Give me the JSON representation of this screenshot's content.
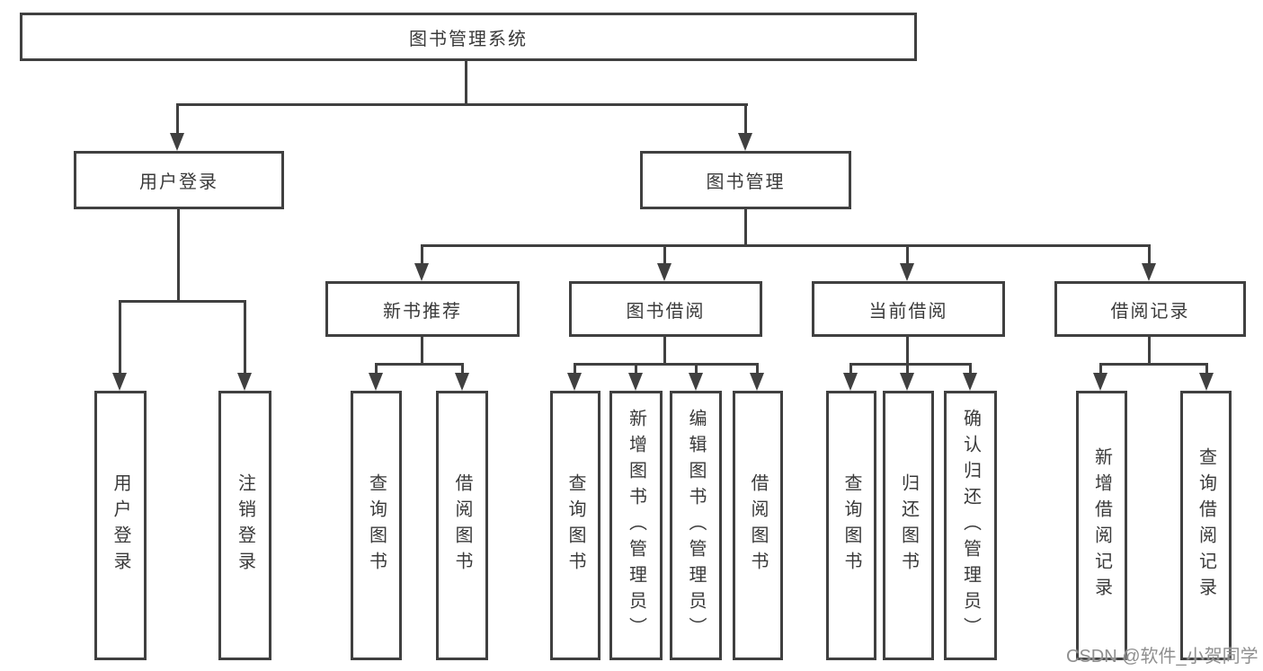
{
  "diagram": {
    "root": {
      "label": "图书管理系统"
    },
    "level2": [
      {
        "label": "用户登录"
      },
      {
        "label": "图书管理"
      }
    ],
    "level3": [
      {
        "label": "新书推荐"
      },
      {
        "label": "图书借阅"
      },
      {
        "label": "当前借阅"
      },
      {
        "label": "借阅记录"
      }
    ],
    "leaves": [
      {
        "label": "用户登录"
      },
      {
        "label": "注销登录"
      },
      {
        "label": "查询图书"
      },
      {
        "label": "借阅图书"
      },
      {
        "label": "查询图书"
      },
      {
        "label": "新增图书（管理员）"
      },
      {
        "label": "编辑图书（管理员）"
      },
      {
        "label": "借阅图书"
      },
      {
        "label": "查询图书"
      },
      {
        "label": "归还图书"
      },
      {
        "label": "确认归还（管理员）"
      },
      {
        "label": "新增借阅记录"
      },
      {
        "label": "查询借阅记录"
      }
    ],
    "watermark": "CSDN @软件_小贺同学",
    "colors": {
      "line": "#404040",
      "text": "#3a3a3a",
      "background": "#ffffff",
      "watermark": "#8f8f8f"
    }
  }
}
